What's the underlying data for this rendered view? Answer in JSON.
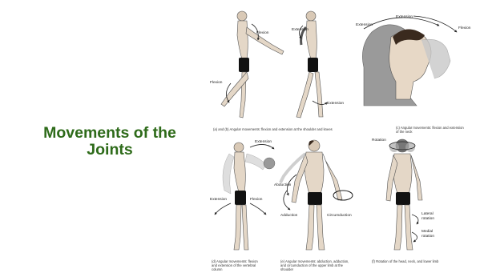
{
  "slide": {
    "title_line1": "Movements of the",
    "title_line2": "Joints"
  },
  "figure": {
    "panel_ab": {
      "labels": [
        "Flexion",
        "Flexion",
        "Extension",
        "Extension"
      ],
      "caption": "(a) and (b) Angular movements: flexion and extension at the shoulder and knees"
    },
    "panel_c": {
      "labels": [
        "Extension",
        "Flexion",
        "Extension"
      ],
      "caption_line1": "(c) Angular movements: flexion and extension",
      "caption_line2": "of the neck"
    },
    "panel_d": {
      "labels": [
        "Extension",
        "Extension",
        "Flexion"
      ],
      "caption_line1": "(d) Angular movements: flexion",
      "caption_line2": "and extension of the vertebral",
      "caption_line3": "column"
    },
    "panel_e": {
      "labels": [
        "Abduction",
        "Adduction",
        "Circumduction"
      ],
      "caption_line1": "(e) Angular movements: abduction, adduction,",
      "caption_line2": "and circumduction of the upper limb at the",
      "caption_line3": "shoulder"
    },
    "panel_f": {
      "labels": [
        "Rotation",
        "Lateral",
        "rotation",
        "Medial",
        "rotation"
      ],
      "caption": "(f) Rotation of the head, neck, and lower limb"
    }
  }
}
